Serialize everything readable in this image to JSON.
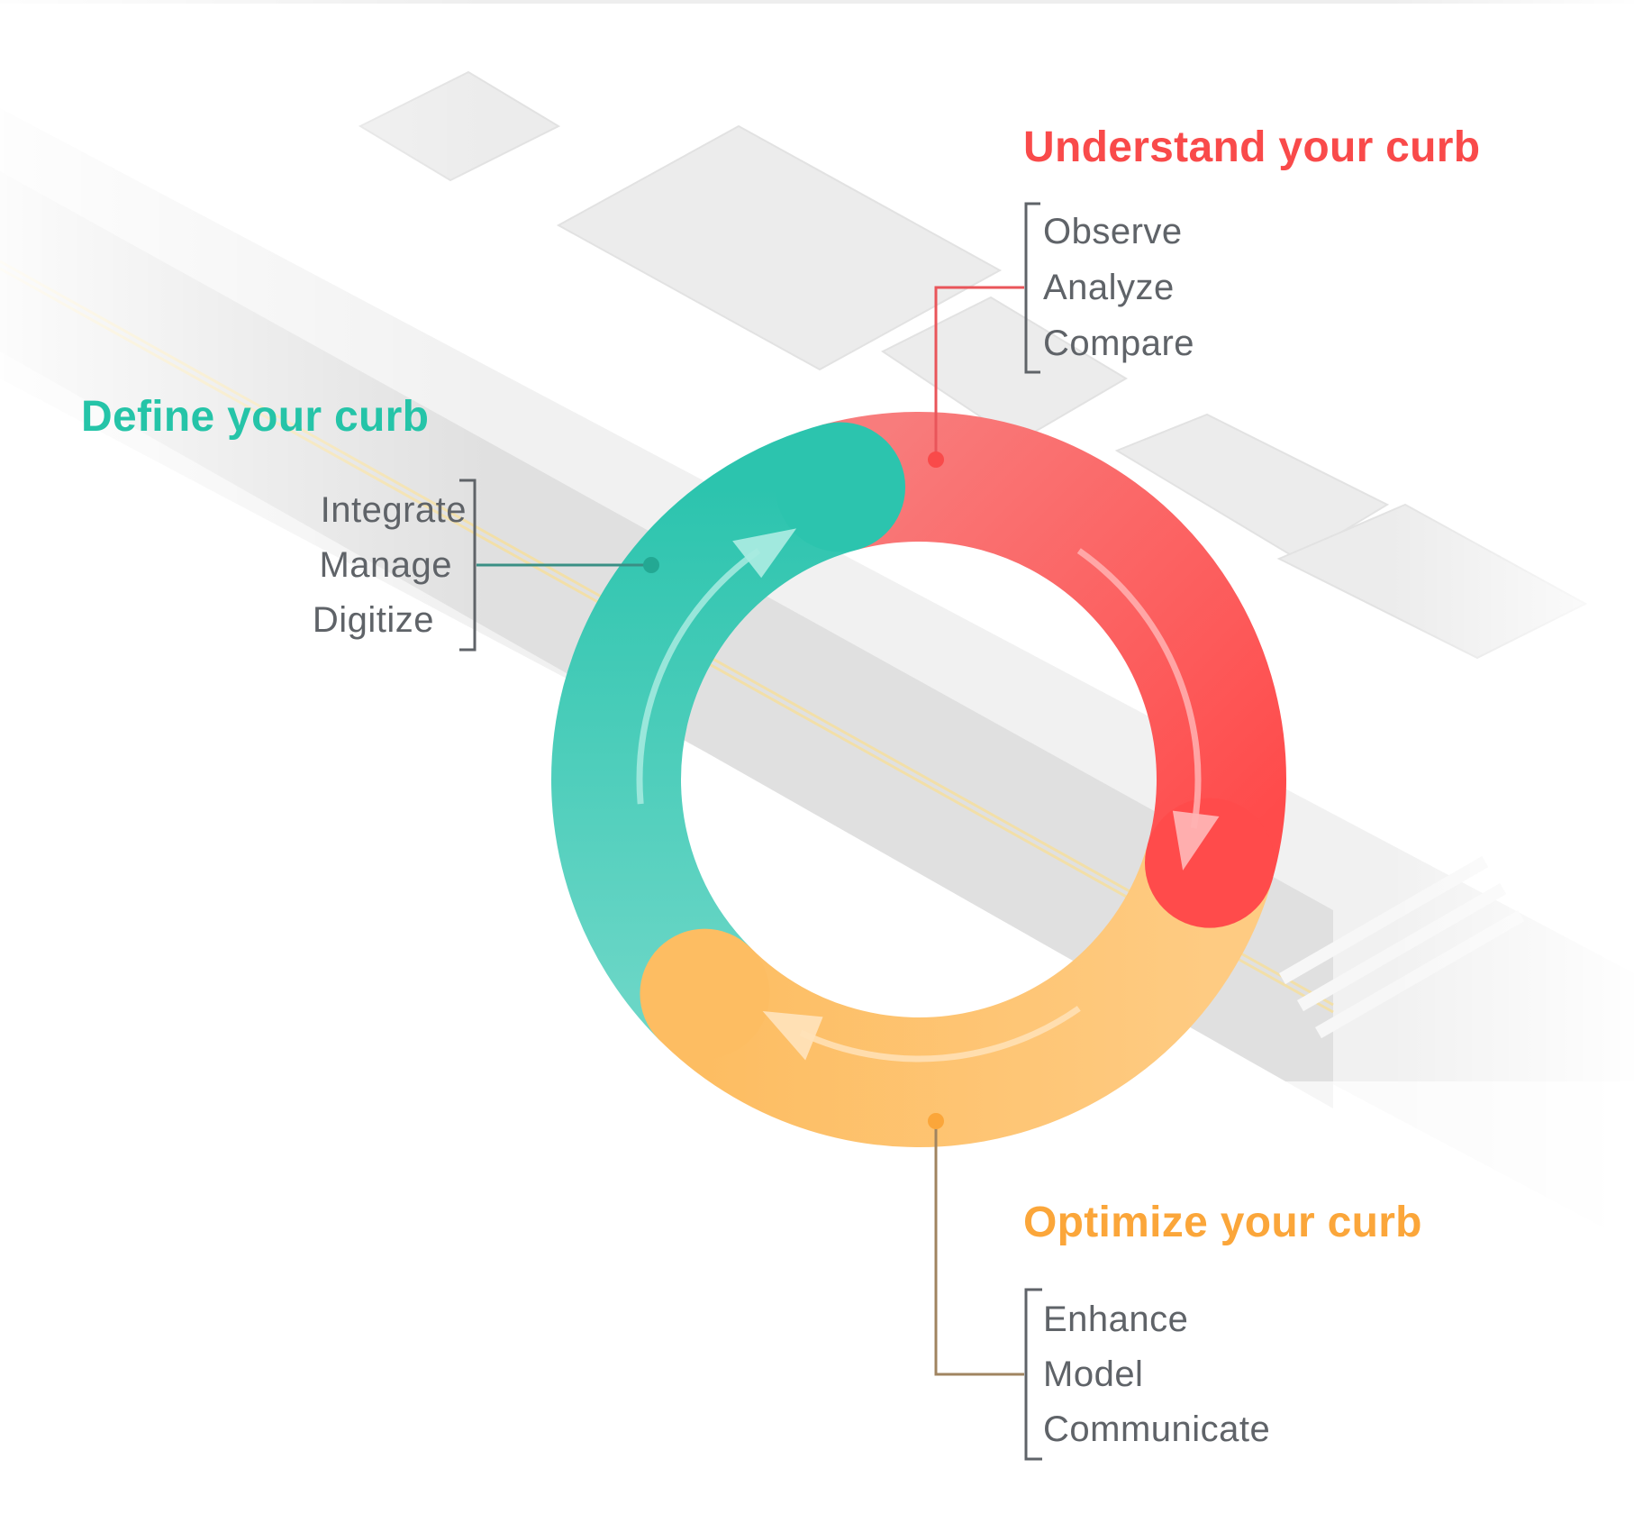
{
  "colors": {
    "understand": "#f94a4a",
    "define": "#25c4a8",
    "optimize": "#fba63a",
    "text": "#5f6368"
  },
  "understand": {
    "title": "Understand your curb",
    "items": [
      "Observe",
      "Analyze",
      "Compare"
    ]
  },
  "define": {
    "title": "Define your curb",
    "items": [
      "Integrate",
      "Manage",
      "Digitize"
    ]
  },
  "optimize": {
    "title": "Optimize your curb",
    "items": [
      "Enhance",
      "Model",
      "Communicate"
    ]
  }
}
